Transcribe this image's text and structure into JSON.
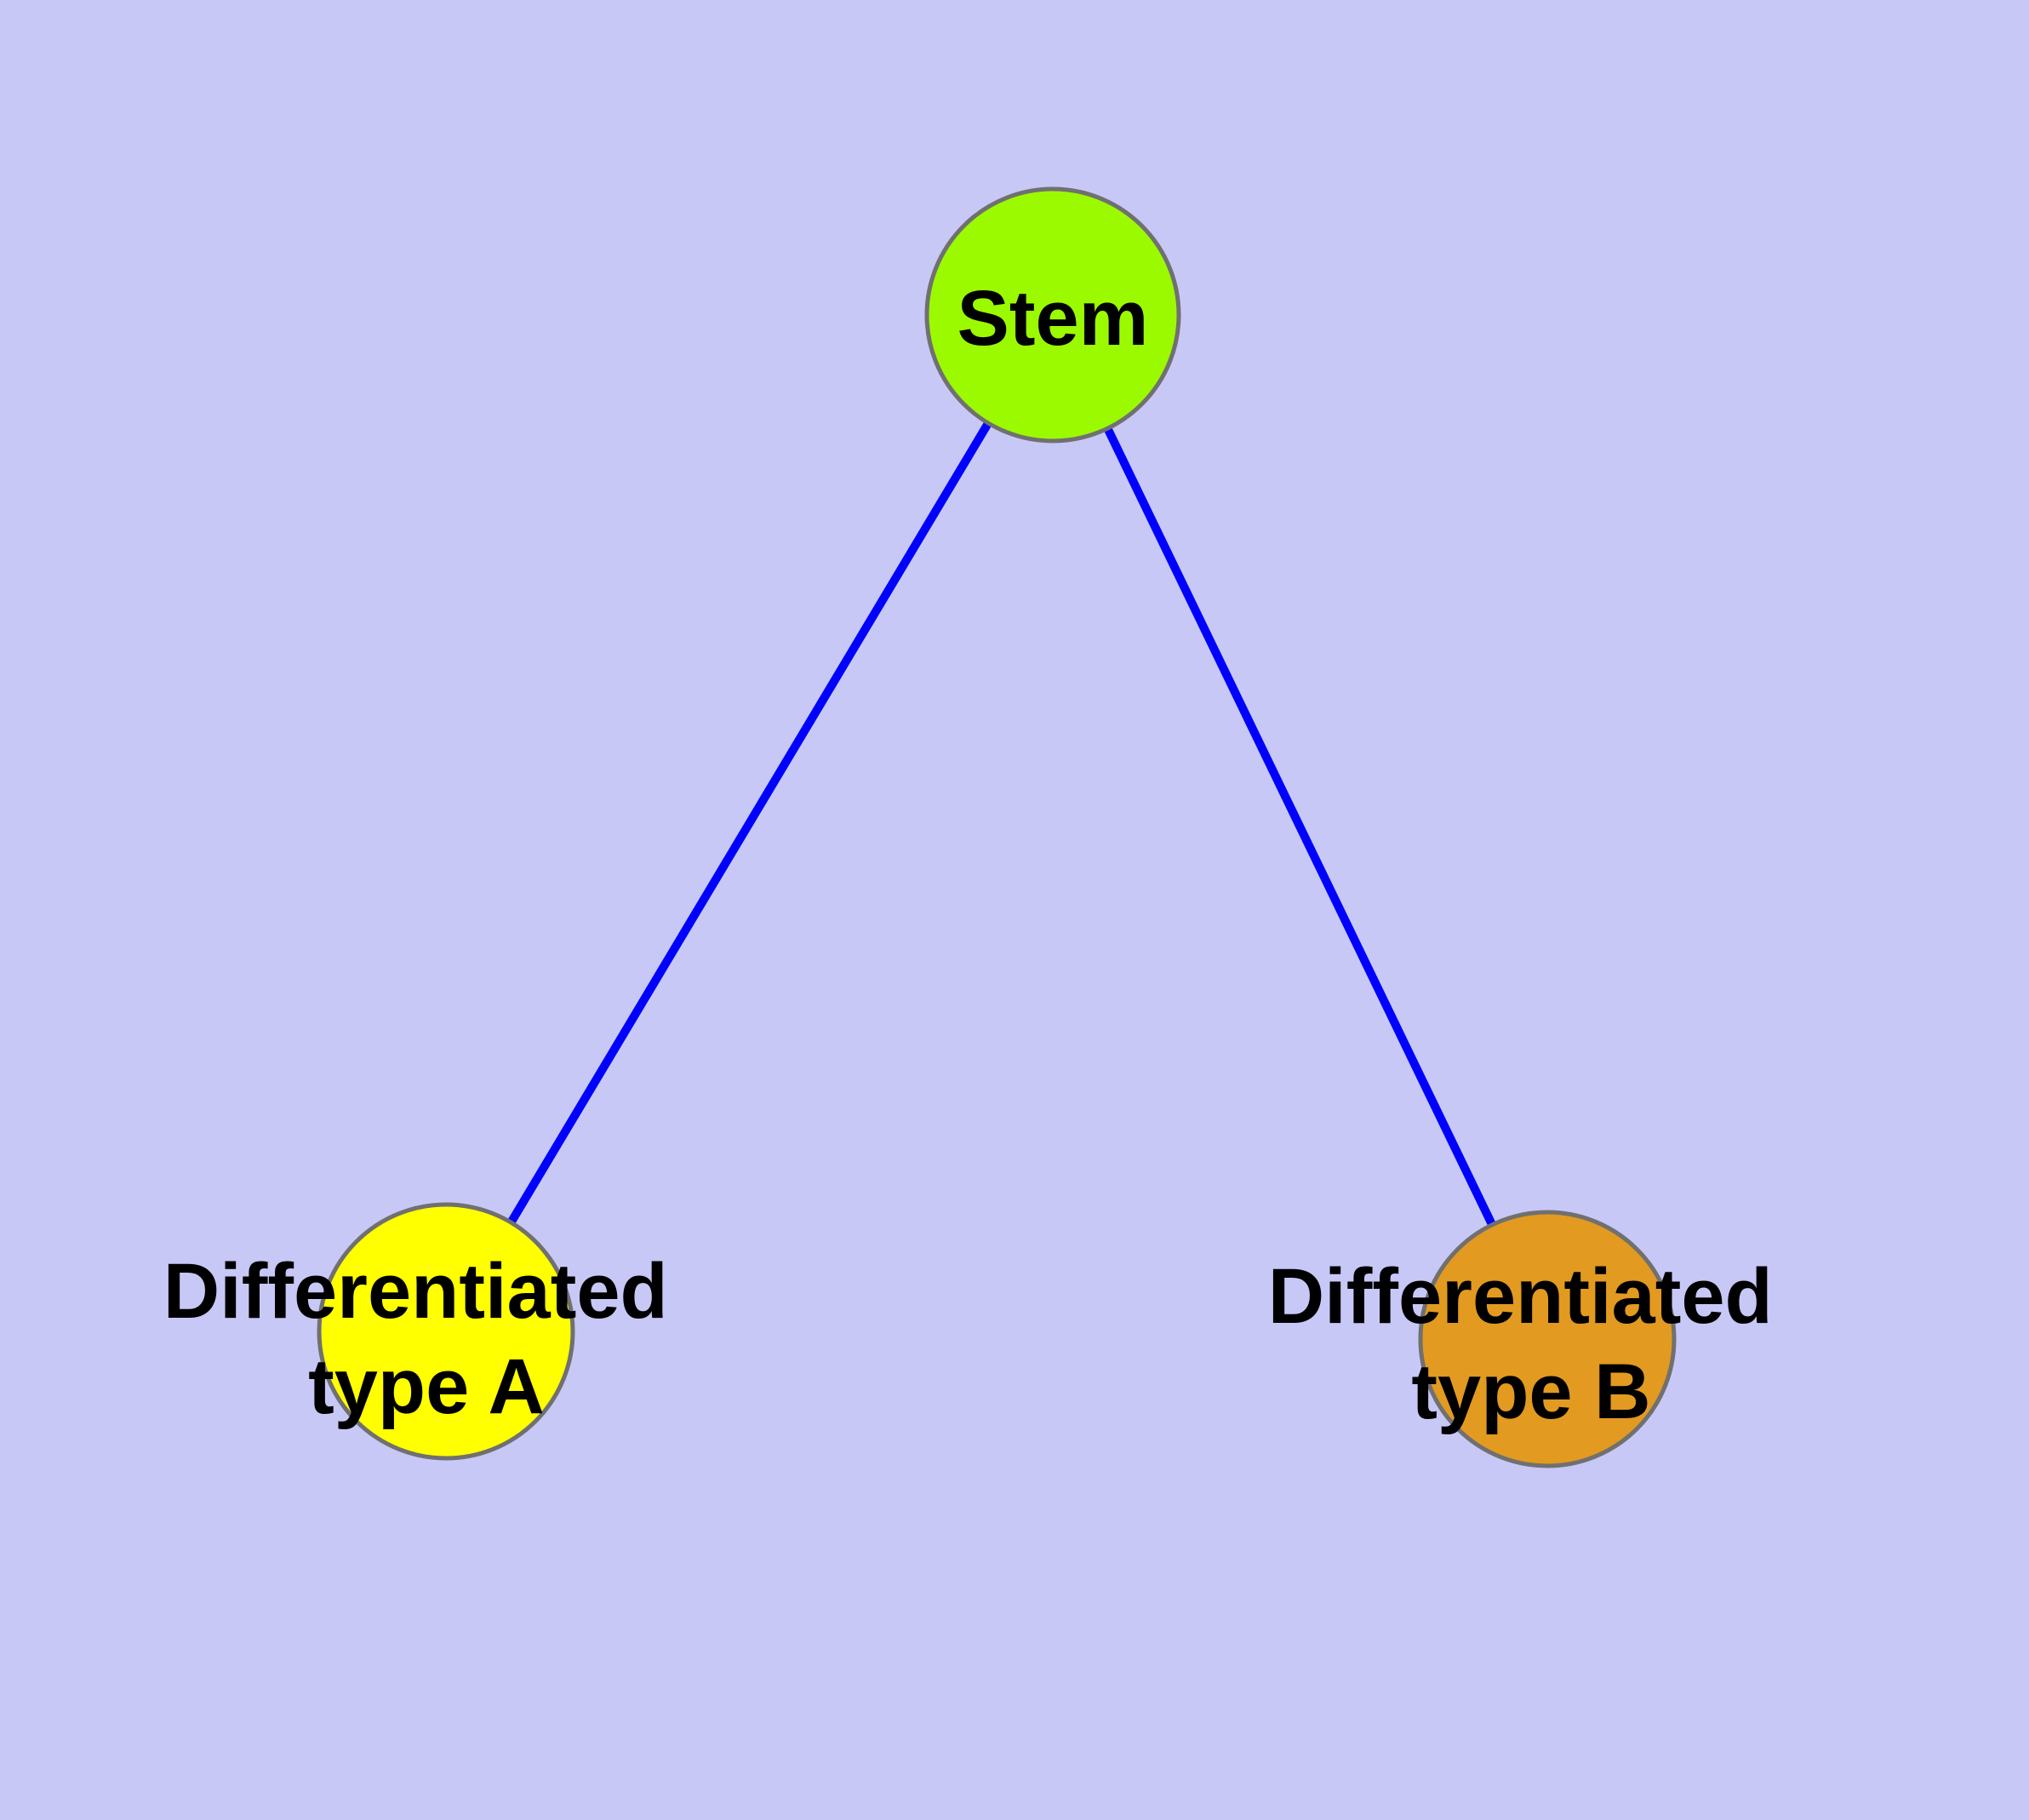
{
  "canvas": {
    "background_color": "#c8c8f7",
    "node_border_color": "#707070",
    "edge_color": "#0000ff",
    "text_color": "#000000"
  },
  "diagram": {
    "type": "node-link-graph",
    "description": "Cell differentiation hierarchy: a stem node branching to two differentiated cell types",
    "nodes": [
      {
        "id": "stem",
        "label": "Stem",
        "label_line1": "Stem",
        "label_line2": "",
        "fill": "#9bfa00"
      },
      {
        "id": "type_a",
        "label": "Differentiated type A",
        "label_line1": "Differentiated",
        "label_line2": "type A",
        "fill": "#ffff00"
      },
      {
        "id": "type_b",
        "label": "Differentiated type B",
        "label_line1": "Differentiated",
        "label_line2": "type B",
        "fill": "#e29a20"
      }
    ],
    "edges": [
      {
        "from": "Stem",
        "to": "Differentiated type A"
      },
      {
        "from": "Stem",
        "to": "Differentiated type B"
      }
    ]
  }
}
